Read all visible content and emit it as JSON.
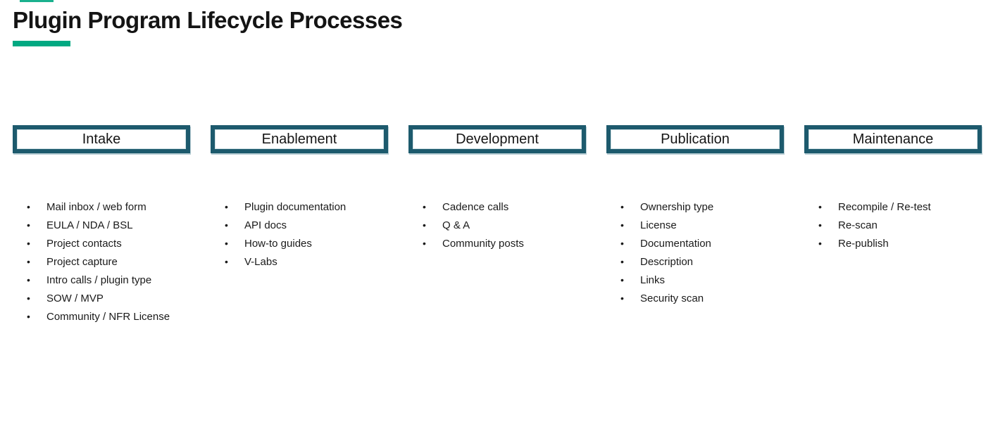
{
  "header": {
    "title": "Plugin Program Lifecycle Processes"
  },
  "theme": {
    "accent_green": "#01a982",
    "stage_border_teal": "#1d5a6d",
    "text_color": "#1a1a1a"
  },
  "columns": [
    {
      "header": "Intake",
      "items": [
        "Mail inbox / web form",
        "EULA / NDA / BSL",
        "Project contacts",
        "Project capture",
        "Intro calls / plugin type",
        "SOW / MVP",
        "Community / NFR License"
      ]
    },
    {
      "header": "Enablement",
      "items": [
        "Plugin documentation",
        "API docs",
        "How-to guides",
        "V-Labs"
      ]
    },
    {
      "header": "Development",
      "items": [
        "Cadence calls",
        "Q & A",
        "Community posts"
      ]
    },
    {
      "header": "Publication",
      "items": [
        "Ownership type",
        "License",
        "Documentation",
        "Description",
        "Links",
        "Security scan"
      ]
    },
    {
      "header": "Maintenance",
      "items": [
        "Recompile / Re-test",
        "Re-scan",
        "Re-publish"
      ]
    }
  ]
}
